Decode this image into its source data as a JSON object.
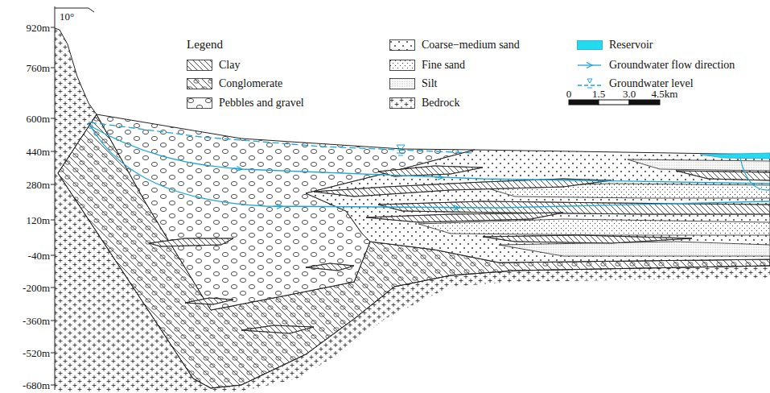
{
  "diagram": {
    "labels": [
      "10°",
      "920m",
      "760m",
      "600m",
      "440m",
      "280m",
      "120m",
      "-40m",
      "-200m",
      "-360m",
      "-520m",
      "-680m",
      "Legend",
      "0",
      "1.5",
      "3.0",
      "4.5km"
    ],
    "legend": [
      {
        "text": "Clay"
      },
      {
        "text": "Conglomerate"
      },
      {
        "text": "Pebbles and gravel"
      },
      {
        "text": "Coarse−medium sand"
      },
      {
        "text": "Fine sand"
      },
      {
        "text": "Silt"
      },
      {
        "text": "Bedrock"
      },
      {
        "text": "Reservoir",
        "color": "#22dcee"
      },
      {
        "text": "Groundwater flow direction"
      },
      {
        "text": "Groundwater level"
      }
    ]
  }
}
